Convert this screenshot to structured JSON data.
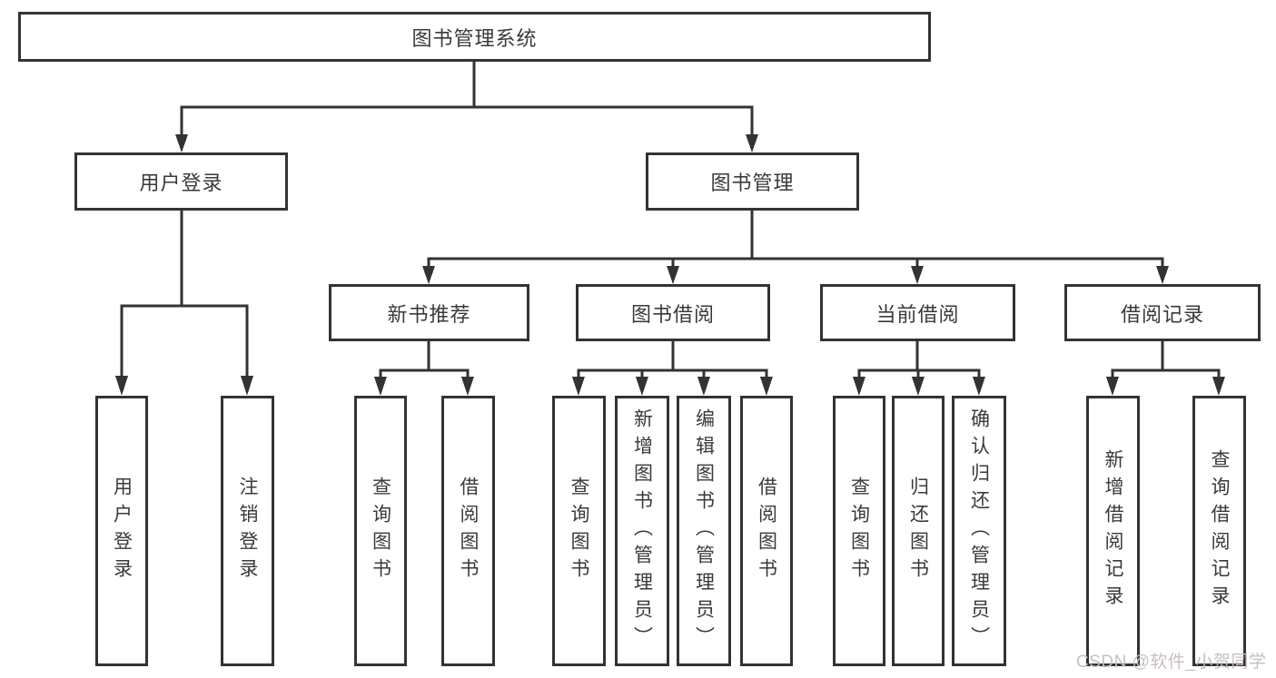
{
  "tree": {
    "root": "图书管理系统",
    "user_login": {
      "label": "用户登录",
      "children": [
        "用户登录",
        "注销登录"
      ]
    },
    "book_mgmt": {
      "label": "图书管理",
      "sections": {
        "new_books": {
          "label": "新书推荐",
          "children": [
            "查询图书",
            "借阅图书"
          ]
        },
        "borrow": {
          "label": "图书借阅",
          "children": [
            "查询图书",
            "新增图书（管理员）",
            "编辑图书（管理员）",
            "借阅图书"
          ]
        },
        "current": {
          "label": "当前借阅",
          "children": [
            "查询图书",
            "归还图书",
            "确认归还（管理员）"
          ]
        },
        "records": {
          "label": "借阅记录",
          "children": [
            "新增借阅记录",
            "查询借阅记录"
          ]
        }
      }
    }
  },
  "watermark": "CSDN @软件_小贺同学",
  "colors": {
    "line": "#333333",
    "text": "#3a3a3a",
    "watermark": "#c8bfbf",
    "background": "#ffffff"
  }
}
